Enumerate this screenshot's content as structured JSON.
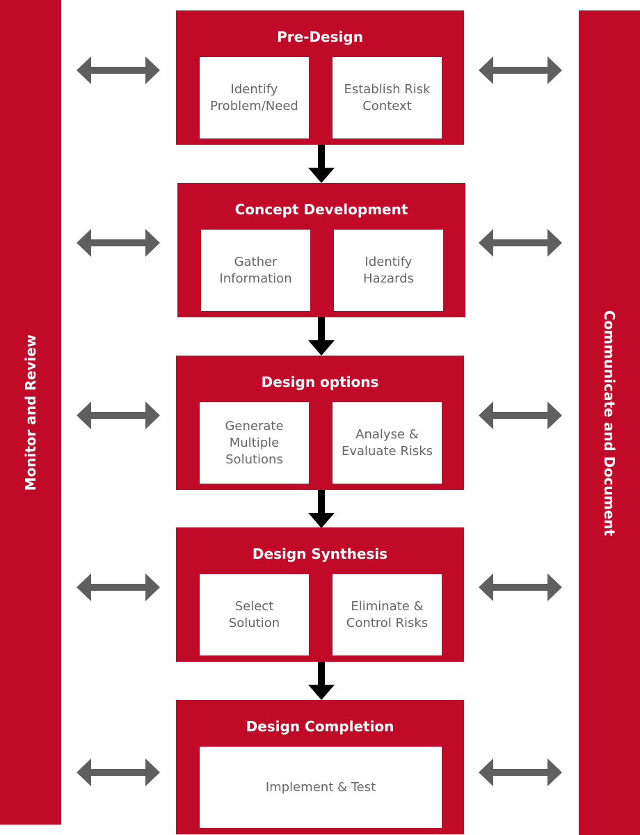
{
  "left_sidebar": {
    "label": "Monitor and Review"
  },
  "right_sidebar": {
    "label": "Communicate and Document"
  },
  "colors": {
    "accent": "#c00a27",
    "arrow_gray": "#5f5f5f",
    "flow_arrow": "#000000",
    "box_text": "#666666"
  },
  "stages": [
    {
      "title": "Pre-Design",
      "steps": [
        "Identify\nProblem/Need",
        "Establish Risk\nContext"
      ]
    },
    {
      "title": "Concept Development",
      "steps": [
        "Gather\nInformation",
        "Identify\nHazards"
      ]
    },
    {
      "title": "Design options",
      "steps": [
        "Generate\nMultiple\nSolutions",
        "Analyse &\nEvaluate Risks"
      ]
    },
    {
      "title": "Design Synthesis",
      "steps": [
        "Select\nSolution",
        "Eliminate &\nControl Risks"
      ]
    },
    {
      "title": "Design Completion",
      "steps": [
        "Implement & Test"
      ]
    }
  ]
}
